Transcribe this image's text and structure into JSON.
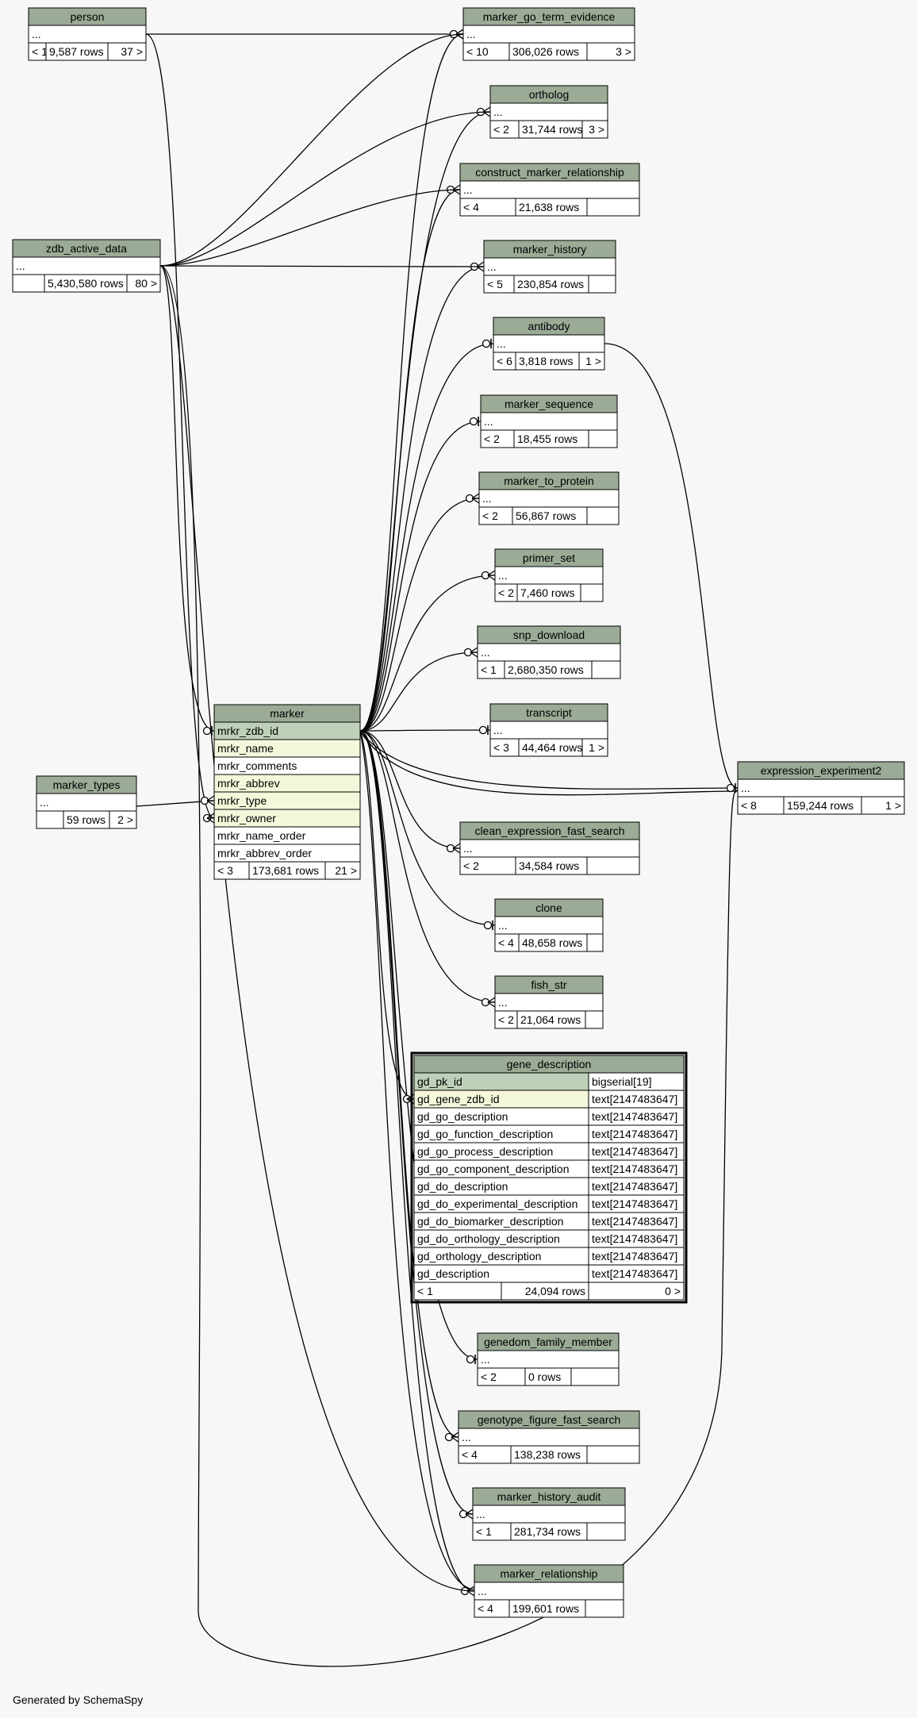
{
  "footer": "Generated by SchemaSpy",
  "colors": {
    "header": "#9bab96",
    "pk_row": "#bed1b8",
    "fk_row": "#f4f7da",
    "row": "#ffffff",
    "background": "#f7f7f7",
    "line": "#000000"
  },
  "tables": [
    {
      "id": "person",
      "title": "person",
      "rows": [
        {
          "text": "..."
        }
      ],
      "footer": [
        "< 1",
        "9,587 rows",
        "37 >"
      ]
    },
    {
      "id": "zdb_active_data",
      "title": "zdb_active_data",
      "rows": [
        {
          "text": "..."
        }
      ],
      "footer": [
        "",
        "5,430,580 rows",
        "80 >"
      ]
    },
    {
      "id": "marker_types",
      "title": "marker_types",
      "rows": [
        {
          "text": "..."
        }
      ],
      "footer": [
        "",
        "59 rows",
        "2 >"
      ]
    },
    {
      "id": "marker",
      "title": "marker",
      "rows": [
        {
          "text": "mrkr_zdb_id",
          "kind": "pk"
        },
        {
          "text": "mrkr_name",
          "kind": "fk"
        },
        {
          "text": "mrkr_comments",
          "kind": "plain"
        },
        {
          "text": "mrkr_abbrev",
          "kind": "fk"
        },
        {
          "text": "mrkr_type",
          "kind": "fk"
        },
        {
          "text": "mrkr_owner",
          "kind": "fk"
        },
        {
          "text": "mrkr_name_order",
          "kind": "plain"
        },
        {
          "text": "mrkr_abbrev_order",
          "kind": "plain"
        }
      ],
      "footer": [
        "< 3",
        "173,681 rows",
        "21 >"
      ]
    },
    {
      "id": "marker_go_term_evidence",
      "title": "marker_go_term_evidence",
      "rows": [
        {
          "text": "..."
        }
      ],
      "footer": [
        "< 10",
        "306,026 rows",
        "3 >"
      ]
    },
    {
      "id": "ortholog",
      "title": "ortholog",
      "rows": [
        {
          "text": "..."
        }
      ],
      "footer": [
        "< 2",
        "31,744 rows",
        "3 >"
      ]
    },
    {
      "id": "construct_marker_relationship",
      "title": "construct_marker_relationship",
      "rows": [
        {
          "text": "..."
        }
      ],
      "footer": [
        "< 4",
        "21,638 rows",
        ""
      ]
    },
    {
      "id": "marker_history",
      "title": "marker_history",
      "rows": [
        {
          "text": "..."
        }
      ],
      "footer": [
        "< 5",
        "230,854 rows",
        ""
      ]
    },
    {
      "id": "antibody",
      "title": "antibody",
      "rows": [
        {
          "text": "..."
        }
      ],
      "footer": [
        "< 6",
        "3,818 rows",
        "1 >"
      ]
    },
    {
      "id": "marker_sequence",
      "title": "marker_sequence",
      "rows": [
        {
          "text": "..."
        }
      ],
      "footer": [
        "< 2",
        "18,455 rows",
        ""
      ]
    },
    {
      "id": "marker_to_protein",
      "title": "marker_to_protein",
      "rows": [
        {
          "text": "..."
        }
      ],
      "footer": [
        "< 2",
        "56,867 rows",
        ""
      ]
    },
    {
      "id": "primer_set",
      "title": "primer_set",
      "rows": [
        {
          "text": "..."
        }
      ],
      "footer": [
        "< 2",
        "7,460 rows",
        ""
      ]
    },
    {
      "id": "snp_download",
      "title": "snp_download",
      "rows": [
        {
          "text": "..."
        }
      ],
      "footer": [
        "< 1",
        "2,680,350 rows",
        ""
      ]
    },
    {
      "id": "transcript",
      "title": "transcript",
      "rows": [
        {
          "text": "..."
        }
      ],
      "footer": [
        "< 3",
        "44,464 rows",
        "1 >"
      ]
    },
    {
      "id": "expression_experiment2",
      "title": "expression_experiment2",
      "rows": [
        {
          "text": "..."
        }
      ],
      "footer": [
        "< 8",
        "159,244 rows",
        "1 >"
      ]
    },
    {
      "id": "clean_expression_fast_search",
      "title": "clean_expression_fast_search",
      "rows": [
        {
          "text": "..."
        }
      ],
      "footer": [
        "< 2",
        "34,584 rows",
        ""
      ]
    },
    {
      "id": "clone",
      "title": "clone",
      "rows": [
        {
          "text": "..."
        }
      ],
      "footer": [
        "< 4",
        "48,658 rows",
        ""
      ]
    },
    {
      "id": "fish_str",
      "title": "fish_str",
      "rows": [
        {
          "text": "..."
        }
      ],
      "footer": [
        "< 2",
        "21,064 rows",
        ""
      ]
    },
    {
      "id": "gene_description",
      "title": "gene_description",
      "rows": [
        {
          "text": "gd_pk_id",
          "type": "bigserial[19]",
          "kind": "pk"
        },
        {
          "text": "gd_gene_zdb_id",
          "type": "text[2147483647]",
          "kind": "fk"
        },
        {
          "text": "gd_go_description",
          "type": "text[2147483647]",
          "kind": "plain"
        },
        {
          "text": "gd_go_function_description",
          "type": "text[2147483647]",
          "kind": "plain"
        },
        {
          "text": "gd_go_process_description",
          "type": "text[2147483647]",
          "kind": "plain"
        },
        {
          "text": "gd_go_component_description",
          "type": "text[2147483647]",
          "kind": "plain"
        },
        {
          "text": "gd_do_description",
          "type": "text[2147483647]",
          "kind": "plain"
        },
        {
          "text": "gd_do_experimental_description",
          "type": "text[2147483647]",
          "kind": "plain"
        },
        {
          "text": "gd_do_biomarker_description",
          "type": "text[2147483647]",
          "kind": "plain"
        },
        {
          "text": "gd_do_orthology_description",
          "type": "text[2147483647]",
          "kind": "plain"
        },
        {
          "text": "gd_orthology_description",
          "type": "text[2147483647]",
          "kind": "plain"
        },
        {
          "text": "gd_description",
          "type": "text[2147483647]",
          "kind": "plain"
        }
      ],
      "footer": [
        "< 1",
        "24,094 rows",
        "0 >"
      ]
    },
    {
      "id": "genedom_family_member",
      "title": "genedom_family_member",
      "rows": [
        {
          "text": "..."
        }
      ],
      "footer": [
        "< 2",
        "0 rows",
        ""
      ]
    },
    {
      "id": "genotype_figure_fast_search",
      "title": "genotype_figure_fast_search",
      "rows": [
        {
          "text": "..."
        }
      ],
      "footer": [
        "< 4",
        "138,238 rows",
        ""
      ]
    },
    {
      "id": "marker_history_audit",
      "title": "marker_history_audit",
      "rows": [
        {
          "text": "..."
        }
      ],
      "footer": [
        "< 1",
        "281,734 rows",
        ""
      ]
    },
    {
      "id": "marker_relationship",
      "title": "marker_relationship",
      "rows": [
        {
          "text": "..."
        }
      ],
      "footer": [
        "< 4",
        "199,601 rows",
        ""
      ]
    }
  ]
}
